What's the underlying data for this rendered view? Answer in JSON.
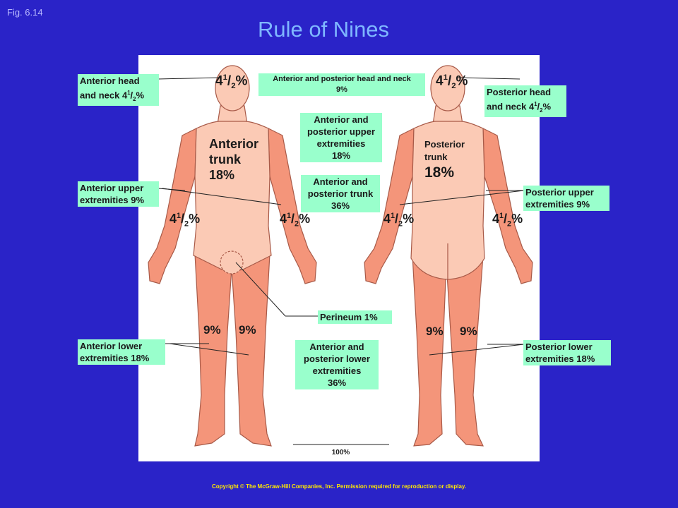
{
  "figure_label": "Fig. 6.14",
  "title": "Rule of Nines",
  "labels": {
    "anterior_head": {
      "line1": "Anterior head",
      "line2": "and neck 4",
      "sup": "1",
      "sub": "2",
      "tail": "%"
    },
    "posterior_head": {
      "line1": "Posterior head",
      "line2": "and neck 4",
      "sup": "1",
      "sub": "2",
      "tail": "%"
    },
    "head_neck_total": {
      "line1": "Anterior and posterior head and neck",
      "line2": "9%"
    },
    "upper_total": {
      "line1": "Anterior and",
      "line2": "posterior upper",
      "line3": "extremities",
      "line4": "18%"
    },
    "trunk_total": {
      "line1": "Anterior and",
      "line2": "posterior trunk",
      "line3": "36%"
    },
    "anterior_upper": {
      "line1": "Anterior upper",
      "line2": "extremities 9%"
    },
    "posterior_upper": {
      "line1": "Posterior upper",
      "line2": "extremities 9%"
    },
    "perineum": "Perineum 1%",
    "anterior_lower": {
      "line1": "Anterior lower",
      "line2": "extremities 18%"
    },
    "posterior_lower": {
      "line1": "Posterior lower",
      "line2": "extremities 18%"
    },
    "lower_total": {
      "line1": "Anterior and",
      "line2": "posterior lower",
      "line3": "extremities",
      "line4": "36%"
    }
  },
  "body_text": {
    "anterior_trunk": {
      "line1": "Anterior",
      "line2": "trunk",
      "line3": "18%"
    },
    "posterior_trunk": {
      "line1": "Posterior",
      "line2": "trunk",
      "line3": "18%"
    },
    "half_whole": "4",
    "half_sup": "1",
    "half_sub": "2",
    "half_tail": "%",
    "leg_pct": "9%"
  },
  "total": "100%",
  "copyright": "Copyright © The McGraw-Hill Companies, Inc. Permission required for reproduction or display.",
  "colors": {
    "background": "#2a23c8",
    "skin": "#f4957a",
    "trunk": "#fbcab5",
    "label_box": "#99ffcc",
    "title": "#7fb7ff",
    "copyright": "#ffe800"
  }
}
